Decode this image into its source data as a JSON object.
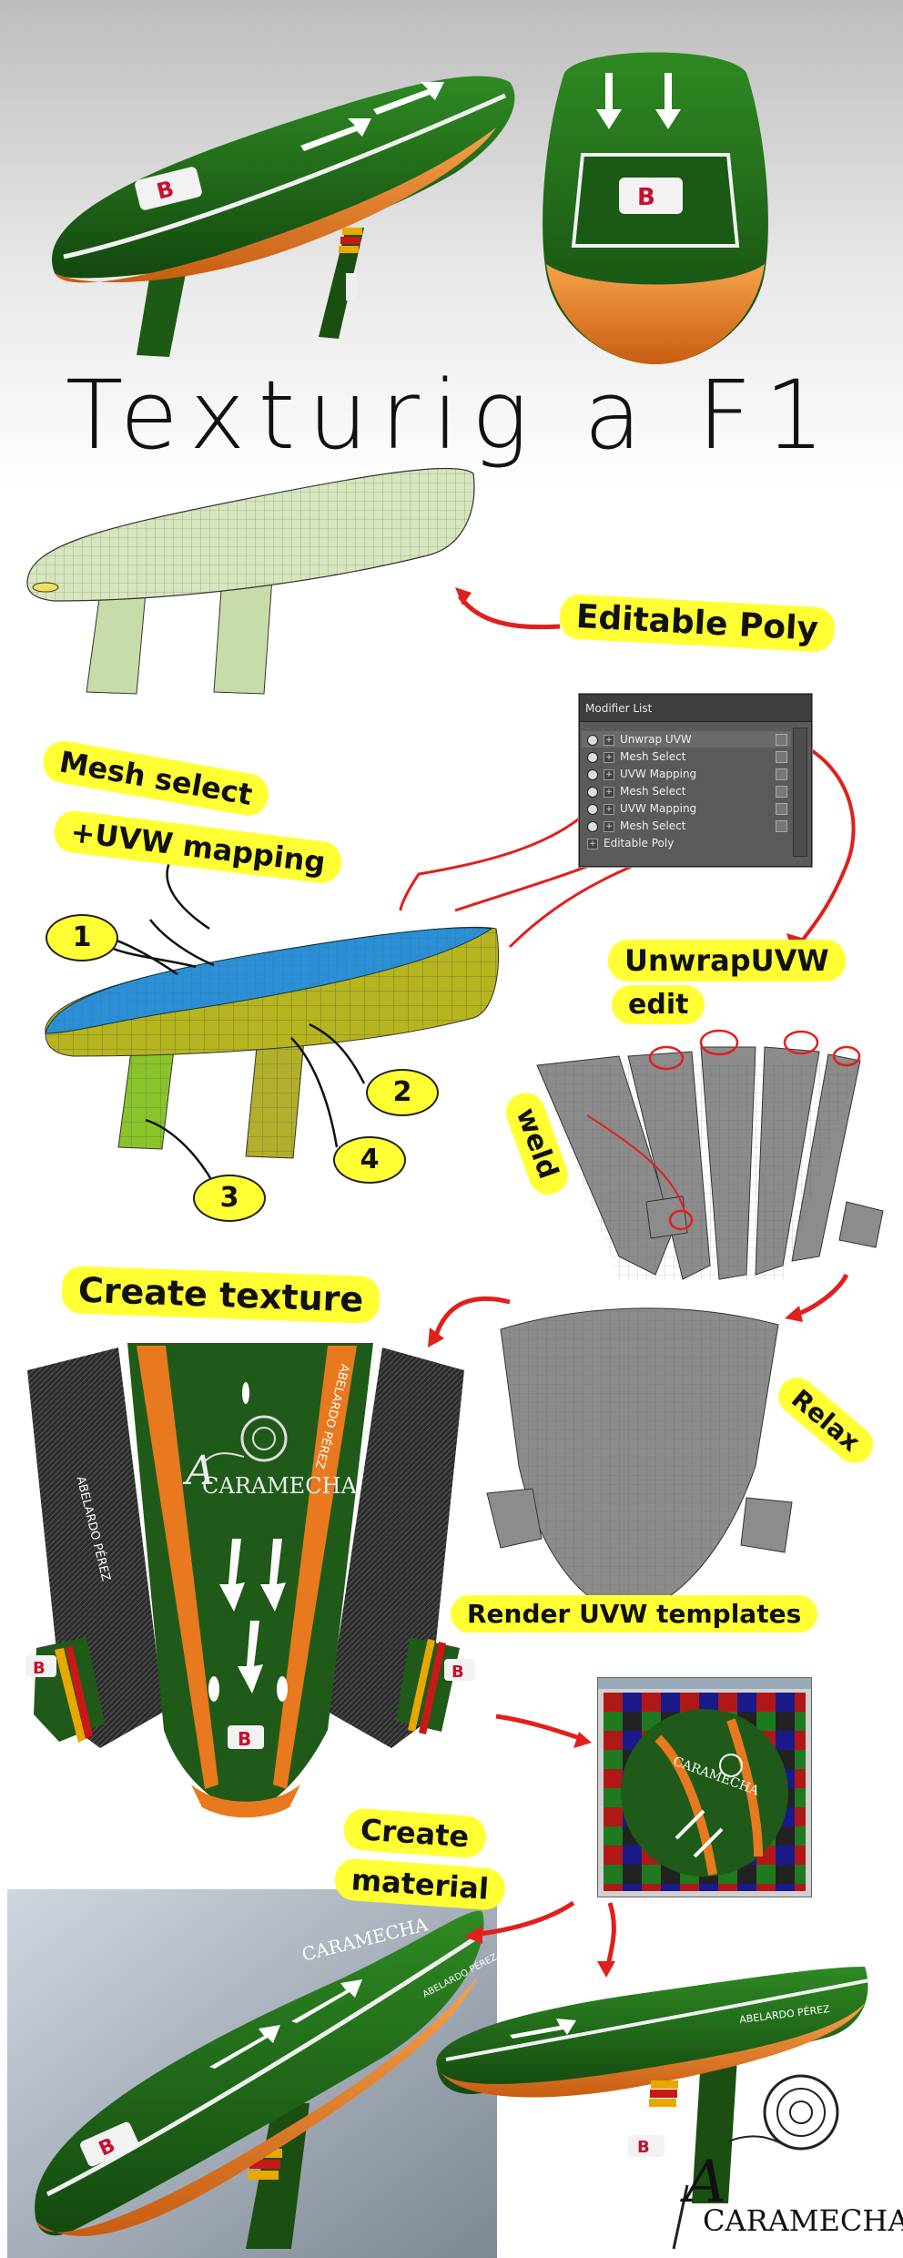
{
  "title": "Texturig a F1",
  "notes": {
    "editable_poly": "Editable Poly",
    "mesh_select": "Mesh select",
    "uvw_mapping": "+UVW mapping",
    "unwrap_uvw": "UnwrapUVW",
    "edit": "edit",
    "weld": "weld",
    "create_texture": "Create texture",
    "relax": "Relax",
    "render_uvw": "Render UVW templates",
    "create": "Create",
    "material": "material"
  },
  "numbers": [
    "1",
    "2",
    "3",
    "4"
  ],
  "modifier_panel": {
    "header": "Modifier List",
    "items": [
      "Unwrap UVW",
      "Mesh Select",
      "UVW Mapping",
      "Mesh Select",
      "UVW Mapping",
      "Mesh Select",
      "Editable Poly"
    ]
  },
  "texture_text": {
    "name_left": "ABELARDO PÉREZ",
    "name_right": "ABELARDO PÉREZ",
    "brand": "CARAMECHA",
    "brand_initial": "A"
  },
  "render_text": {
    "driver": "ABELARDO PÉREZ",
    "brand": "CARAMECHA"
  },
  "colors": {
    "green": "#1f6b1a",
    "orange": "#e8791e",
    "yellow_note": "#ffff33",
    "red_arrow": "#e0201c",
    "blue_select": "#2a8fd6",
    "mesh_yellow": "#c8c83a",
    "uv_gray": "#8c8c8c"
  },
  "icons": [
    "bridgestone-logo-icon",
    "snail-logo-icon",
    "arrow-icon"
  ]
}
